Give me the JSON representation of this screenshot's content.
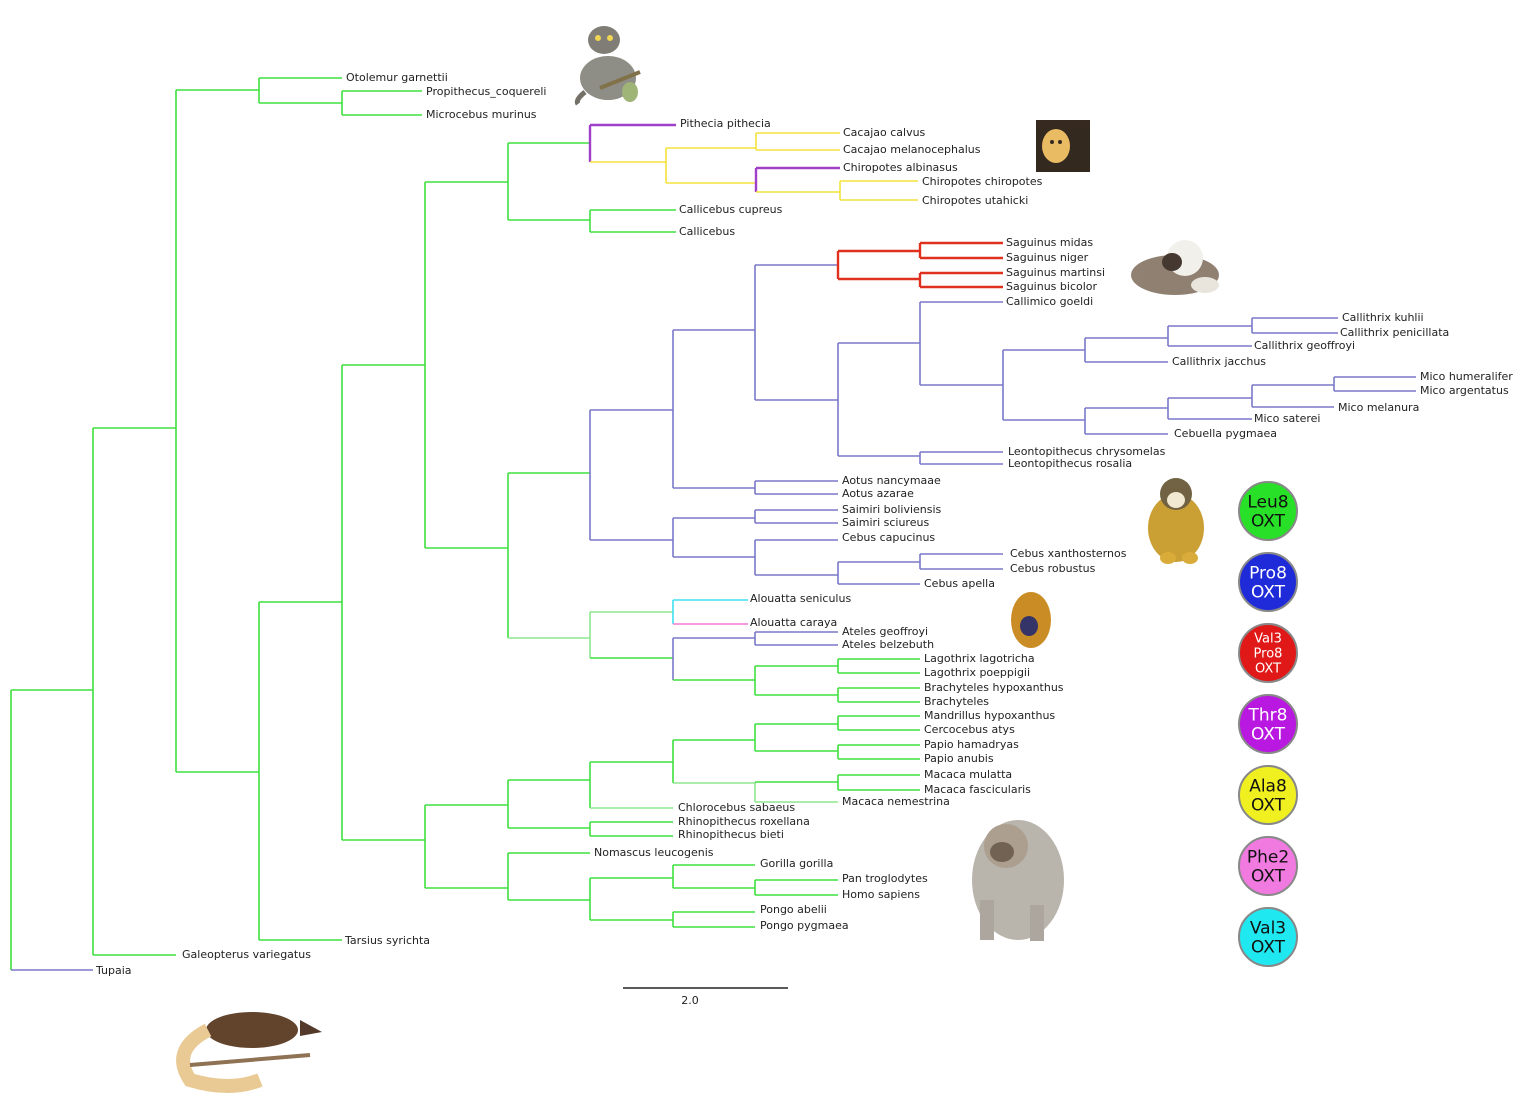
{
  "branch_colors": {
    "green": "#3ee03e",
    "lightgreen": "#8fe88f",
    "purple": "#7a78c8",
    "red": "#e0301e",
    "magenta": "#a040c8",
    "yellow": "#f3e23a",
    "cyan": "#40e0f0",
    "pink": "#f07ad8"
  },
  "taxa": {
    "otolemur": "Otolemur garnettii",
    "propithecus": "Propithecus_coquereli",
    "microcebus": "Microcebus murinus",
    "pithecia": "Pithecia pithecia",
    "cac_calvus": "Cacajao calvus",
    "cac_melano": "Cacajao melanocephalus",
    "chir_albinasus": "Chiropotes albinasus",
    "chir_chiropotes": "Chiropotes chiropotes",
    "chir_utahicki": "Chiropotes utahicki",
    "callicebus_cupreus": "Callicebus cupreus",
    "callicebus": "Callicebus",
    "sag_midas": "Saguinus midas",
    "sag_niger": "Saguinus niger",
    "sag_martinsi": "Saguinus martinsi",
    "sag_bicolor": "Saguinus bicolor",
    "callimico": "Callimico goeldi",
    "call_kuhlii": "Callithrix kuhlii",
    "call_penicillata": "Callithrix penicillata",
    "call_geoffroyi": "Callithrix geoffroyi",
    "call_jacchus": "Callithrix jacchus",
    "mico_hum": "Mico humeralifer",
    "mico_arg": "Mico argentatus",
    "mico_mel": "Mico melanura",
    "mico_sat": "Mico saterei",
    "cebuella": "Cebuella pygmaea",
    "leon_chrys": "Leontopithecus chrysomelas",
    "leon_rosalia": "Leontopithecus rosalia",
    "aotus_nancy": "Aotus nancymaae",
    "aotus_azarae": "Aotus azarae",
    "saimiri_bol": "Saimiri boliviensis",
    "saimiri_sci": "Saimiri sciureus",
    "cebus_cap": "Cebus capucinus",
    "cebus_xan": "Cebus xanthosternos",
    "cebus_rob": "Cebus robustus",
    "cebus_ape": "Cebus apella",
    "alouatta_sen": "Alouatta seniculus",
    "alouatta_car": "Alouatta caraya",
    "ateles_geo": "Ateles geoffroyi",
    "ateles_bel": "Ateles belzebuth",
    "lago_lago": "Lagothrix lagotricha",
    "lago_poep": "Lagothrix poeppigii",
    "brachy_hyp": "Brachyteles hypoxanthus",
    "brachy": "Brachyteles",
    "mandrillus": "Mandrillus hypoxanthus",
    "cercocebus": "Cercocebus atys",
    "papio_ham": "Papio hamadryas",
    "papio_anu": "Papio anubis",
    "macaca_mul": "Macaca mulatta",
    "macaca_fas": "Macaca fascicularis",
    "macaca_nem": "Macaca nemestrina",
    "chlorocebus": "Chlorocebus sabaeus",
    "rhino_rox": "Rhinopithecus roxellana",
    "rhino_bie": "Rhinopithecus bieti",
    "nomascus": "Nomascus leucogenis",
    "gorilla": "Gorilla gorilla",
    "pan": "Pan troglodytes",
    "homo": "Homo sapiens",
    "pongo_abe": "Pongo abelii",
    "pongo_pyg": "Pongo pygmaea",
    "tarsius": "Tarsius syrichta",
    "galeopterus": "Galeopterus variegatus",
    "tupaia": "Tupaia"
  },
  "scale_bar": {
    "label": "2.0"
  },
  "legend": [
    {
      "lines": [
        "Leu8",
        "OXT"
      ],
      "fill": "#27e027",
      "text_color": "#111111"
    },
    {
      "lines": [
        "Pro8",
        "OXT"
      ],
      "fill": "#1f2bd8",
      "text_color": "#ffffff"
    },
    {
      "lines": [
        "Val3",
        "Pro8",
        "OXT"
      ],
      "fill": "#e01818",
      "text_color": "#ffffff"
    },
    {
      "lines": [
        "Thr8",
        "OXT"
      ],
      "fill": "#b818e0",
      "text_color": "#ffffff"
    },
    {
      "lines": [
        "Ala8",
        "OXT"
      ],
      "fill": "#f0f020",
      "text_color": "#111111"
    },
    {
      "lines": [
        "Phe2",
        "OXT"
      ],
      "fill": "#f07ae0",
      "text_color": "#111111"
    },
    {
      "lines": [
        "Val3",
        "OXT"
      ],
      "fill": "#20e8f0",
      "text_color": "#111111"
    }
  ]
}
